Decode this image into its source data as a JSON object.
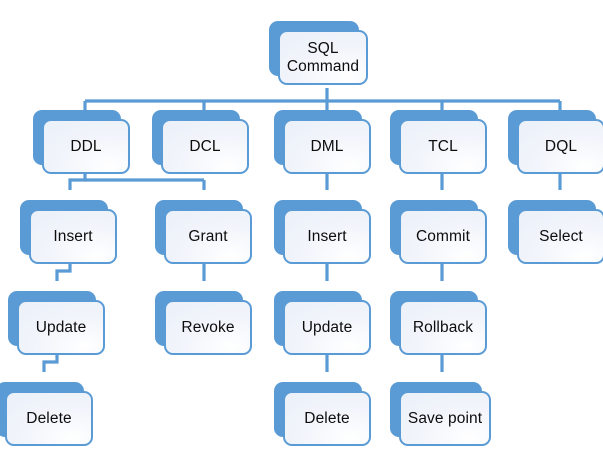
{
  "diagram": {
    "title": "SQL Command classification tree",
    "colors": {
      "node_blue": "#5b9bd5",
      "card_fill": "#eaf0f9",
      "text": "#0d0d0d",
      "background": "#ffffff"
    },
    "nodes": {
      "root": {
        "label": "SQL\nCommand"
      },
      "ddl": {
        "label": "DDL"
      },
      "dcl": {
        "label": "DCL"
      },
      "dml": {
        "label": "DML"
      },
      "tcl": {
        "label": "TCL"
      },
      "dql": {
        "label": "DQL"
      },
      "ddl_insert": {
        "label": "Insert"
      },
      "ddl_update": {
        "label": "Update"
      },
      "ddl_delete": {
        "label": "Delete"
      },
      "dcl_grant": {
        "label": "Grant"
      },
      "dcl_revoke": {
        "label": "Revoke"
      },
      "dml_insert": {
        "label": "Insert"
      },
      "dml_update": {
        "label": "Update"
      },
      "dml_delete": {
        "label": "Delete"
      },
      "tcl_commit": {
        "label": "Commit"
      },
      "tcl_rollback": {
        "label": "Rollback"
      },
      "tcl_save": {
        "label": "Save point"
      },
      "dql_select": {
        "label": "Select"
      }
    },
    "edges": [
      {
        "from": "root",
        "to": "ddl"
      },
      {
        "from": "root",
        "to": "dcl"
      },
      {
        "from": "root",
        "to": "dml"
      },
      {
        "from": "root",
        "to": "tcl"
      },
      {
        "from": "root",
        "to": "dql"
      },
      {
        "from": "ddl",
        "to": "ddl_insert"
      },
      {
        "from": "ddl_insert",
        "to": "ddl_update"
      },
      {
        "from": "ddl_update",
        "to": "ddl_delete"
      },
      {
        "from": "dcl",
        "to": "dcl_grant"
      },
      {
        "from": "dcl_grant",
        "to": "dcl_revoke"
      },
      {
        "from": "dml",
        "to": "dml_insert"
      },
      {
        "from": "dml_insert",
        "to": "dml_update"
      },
      {
        "from": "dml_update",
        "to": "dml_delete"
      },
      {
        "from": "tcl",
        "to": "tcl_commit"
      },
      {
        "from": "tcl_commit",
        "to": "tcl_rollback"
      },
      {
        "from": "tcl_rollback",
        "to": "tcl_save"
      },
      {
        "from": "dql",
        "to": "dql_select"
      }
    ]
  }
}
